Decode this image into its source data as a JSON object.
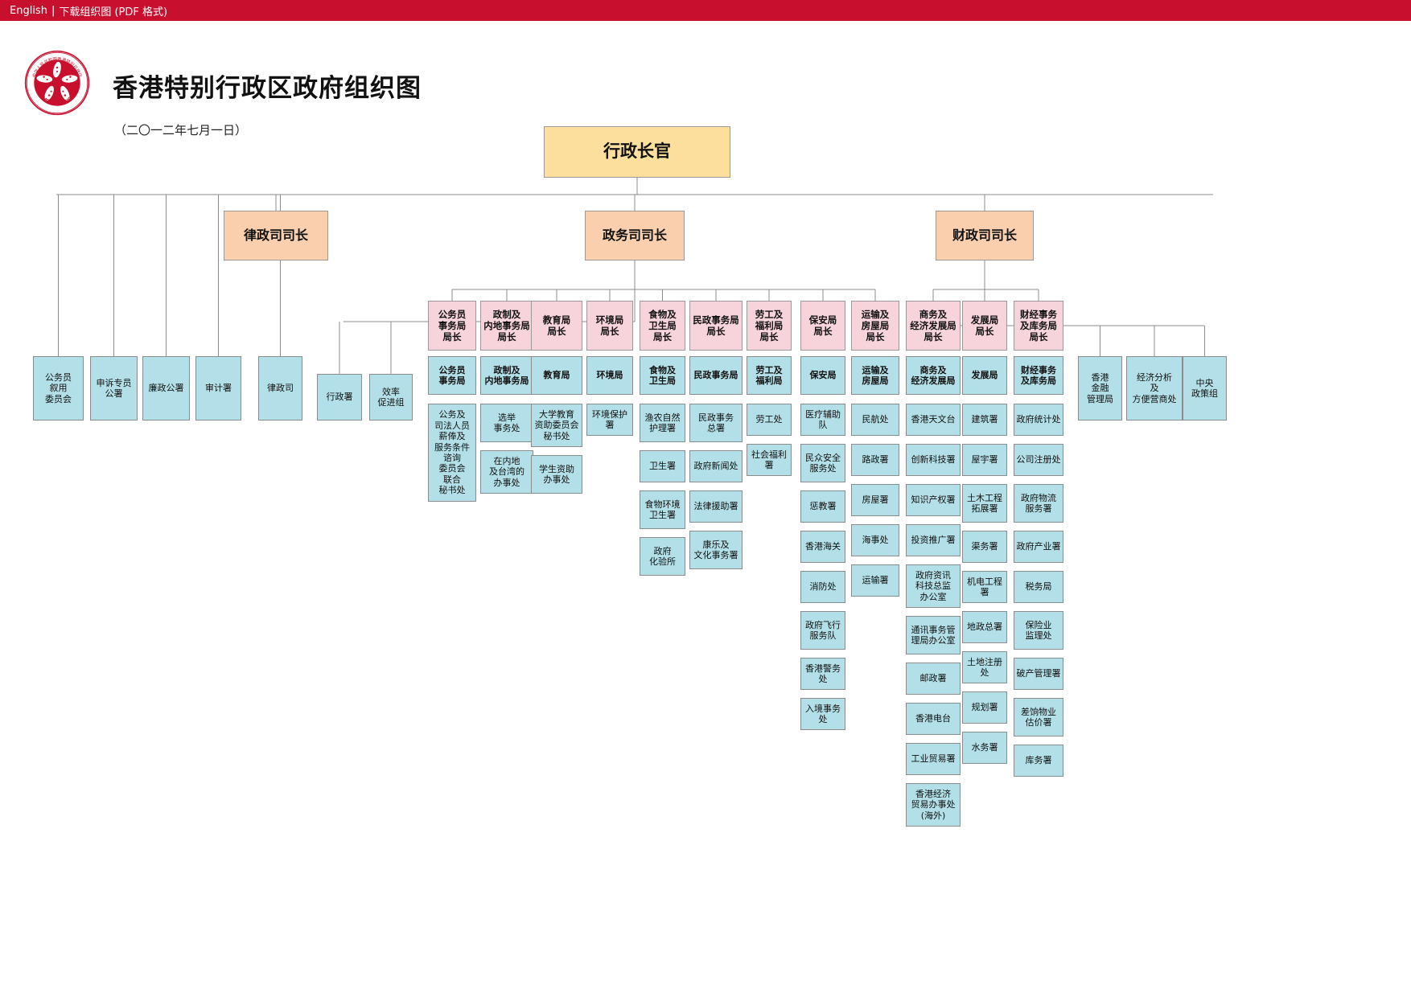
{
  "topbar": {
    "english_link": "English",
    "separator": "|",
    "pdf_link": "下载组织图 (PDF 格式)"
  },
  "header": {
    "crest_icon": "hksar-regional-emblem",
    "title": "香港特别行政区政府组织图",
    "subtitle": "（二〇一二年七月一日）"
  },
  "colors": {
    "topbar_red": "#c8102e",
    "chief_executive_yellow": "#fcdf9c",
    "secretary_orange": "#f9cfae",
    "bureau_pink": "#f7d3dc",
    "department_blue": "#b3e0e8",
    "border_grey": "#8c8c8c"
  },
  "chart_data": {
    "type": "diagram",
    "title": "香港特别行政区政府组织图",
    "root": {
      "label": "行政长官",
      "level": "chief-executive"
    },
    "secretaries": [
      {
        "label": "律政司司长"
      },
      {
        "label": "政务司司长"
      },
      {
        "label": "财政司司长"
      }
    ],
    "ce_direct_units": [
      {
        "label": "公务员\n叙用\n委员会"
      },
      {
        "label": "申诉专员\n公署"
      },
      {
        "label": "廉政公署"
      },
      {
        "label": "审计署"
      }
    ],
    "sj_units": [
      {
        "label": "律政司"
      }
    ],
    "cs_office_units": [
      {
        "label": "行政署"
      },
      {
        "label": "效率\n促进组"
      }
    ],
    "fs_units": [
      {
        "label": "香港\n金融\n管理局"
      },
      {
        "label": "经济分析\n及\n方便营商处"
      },
      {
        "label": "中央\n政策组"
      }
    ],
    "bureaux": [
      {
        "under": "政务司司长",
        "secretary": "公务员\n事务局\n局长",
        "bureau": "公务员\n事务局",
        "departments": [
          "公务及\n司法人员\n薪俸及\n服务条件\n谘询\n委员会\n联合\n秘书处"
        ]
      },
      {
        "under": "政务司司长",
        "secretary": "政制及\n内地事务局\n局长",
        "bureau": "政制及\n内地事务局",
        "departments": [
          "选举\n事务处",
          "在内地\n及台湾的\n办事处"
        ]
      },
      {
        "under": "政务司司长",
        "secretary": "教育局\n局长",
        "bureau": "教育局",
        "departments": [
          "大学教育\n资助委员会\n秘书处",
          "学生资助\n办事处"
        ]
      },
      {
        "under": "政务司司长",
        "secretary": "环境局\n局长",
        "bureau": "环境局",
        "departments": [
          "环境保护署"
        ]
      },
      {
        "under": "政务司司长",
        "secretary": "食物及\n卫生局\n局长",
        "bureau": "食物及\n卫生局",
        "departments": [
          "渔农自然\n护理署",
          "卫生署",
          "食物环境\n卫生署",
          "政府\n化验所"
        ]
      },
      {
        "under": "政务司司长",
        "secretary": "民政事务局\n局长",
        "bureau": "民政事务局",
        "departments": [
          "民政事务\n总署",
          "政府新闻处",
          "法律援助署",
          "康乐及\n文化事务署"
        ]
      },
      {
        "under": "政务司司长",
        "secretary": "劳工及\n福利局\n局长",
        "bureau": "劳工及\n福利局",
        "departments": [
          "劳工处",
          "社会福利署"
        ]
      },
      {
        "under": "政务司司长",
        "secretary": "保安局\n局长",
        "bureau": "保安局",
        "departments": [
          "医疗辅助队",
          "民众安全\n服务处",
          "惩教署",
          "香港海关",
          "消防处",
          "政府飞行\n服务队",
          "香港警务处",
          "入境事务处"
        ]
      },
      {
        "under": "政务司司长",
        "secretary": "运输及\n房屋局\n局长",
        "bureau": "运输及\n房屋局",
        "departments": [
          "民航处",
          "路政署",
          "房屋署",
          "海事处",
          "运输署"
        ]
      },
      {
        "under": "财政司司长",
        "secretary": "商务及\n经济发展局\n局长",
        "bureau": "商务及\n经济发展局",
        "departments": [
          "香港天文台",
          "创新科技署",
          "知识产权署",
          "投资推广署",
          "政府资讯\n科技总监\n办公室",
          "通讯事务管\n理局办公室",
          "邮政署",
          "香港电台",
          "工业贸易署",
          "香港经济\n贸易办事处\n(海外)"
        ]
      },
      {
        "under": "财政司司长",
        "secretary": "发展局\n局长",
        "bureau": "发展局",
        "departments": [
          "建筑署",
          "屋宇署",
          "土木工程\n拓展署",
          "渠务署",
          "机电工程署",
          "地政总署",
          "土地注册处",
          "规划署",
          "水务署"
        ]
      },
      {
        "under": "财政司司长",
        "secretary": "财经事务\n及库务局\n局长",
        "bureau": "财经事务\n及库务局",
        "departments": [
          "政府统计处",
          "公司注册处",
          "政府物流\n服务署",
          "政府产业署",
          "税务局",
          "保险业\n监理处",
          "破产管理署",
          "差饷物业\n估价署",
          "库务署"
        ]
      }
    ]
  }
}
